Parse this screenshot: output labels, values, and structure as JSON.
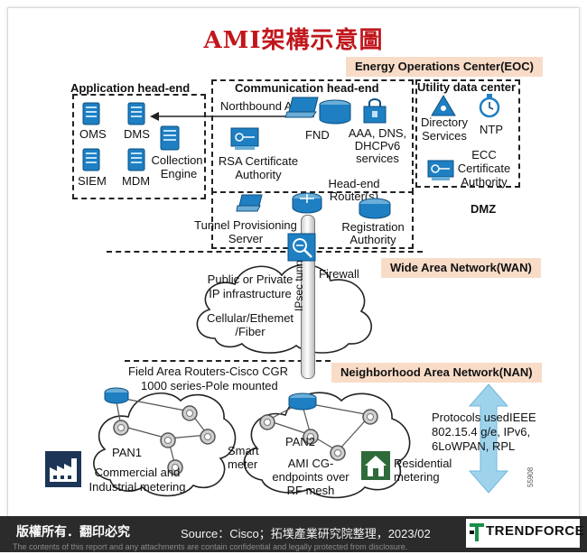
{
  "title": "AMI架構示意圖",
  "banners": {
    "eoc": "Energy Operations Center(EOC)",
    "wan": "Wide Area Network(WAN)",
    "nan": "Neighborhood Area Network(NAN)"
  },
  "sections": {
    "app_headend": "Application head-end",
    "comm_headend": "Communication head-end",
    "utility_dc": "Utility data center",
    "dmz": "DMZ"
  },
  "app_nodes": {
    "oms": "OMS",
    "dms": "DMS",
    "collection_1": "Collection",
    "collection_2": "Engine",
    "siem": "SIEM",
    "mdm": "MDM"
  },
  "comm_nodes": {
    "northbound_api": "Northbound API",
    "fnd": "FND",
    "aaa_1": "AAA, DNS,",
    "aaa_2": "DHCPv6",
    "aaa_3": "services",
    "rsa_1": "RSA Certificate",
    "rsa_2": "Authority",
    "headend_1": "Head-end",
    "headend_2": "Router(s)",
    "tunnel_1": "Tunnel Provisioning",
    "tunnel_2": "Server",
    "reg_1": "Registration",
    "reg_2": "Authority"
  },
  "dc_nodes": {
    "directory_1": "Directory",
    "directory_2": "Services",
    "ntp": "NTP",
    "ecc_1": "ECC",
    "ecc_2": "Certificate",
    "ecc_3": "Authority"
  },
  "wan": {
    "firewall": "Firewall",
    "public_1": "Public or Private",
    "public_2": "IP infrastructure",
    "cell_1": "Cellular/Ethemet",
    "cell_2": "/Fiber",
    "ipsec": "IPsec tunnel"
  },
  "nan": {
    "far_1": "Field Area Routers-Cisco CGR",
    "far_2": "1000 series-Pole mounted",
    "pan1": "PAN1",
    "ci_1": "Commercial and",
    "ci_2": "Industrial metering",
    "pan2": "PAN2",
    "smart_1": "Smart",
    "smart_2": "meter",
    "ami_1": "AMI CG-",
    "ami_2": "endpoints over",
    "ami_3": "RF mesh",
    "res_1": "Residential",
    "res_2": "metering",
    "proto_1": "Protocols usedIEEE",
    "proto_2": "802.15.4 g/e, IPv6,",
    "proto_3": "6LoWPAN, RPL",
    "code": "55908"
  },
  "footer": {
    "rights": "版權所有．翻印必究",
    "source": "Source：Cisco；拓墣產業研究院整理，2023/02",
    "disclaimer": "The contents of this report and any attachments are contain confidential and legally protected from disclosure.",
    "brand": "TRENDFORCE"
  },
  "colors": {
    "title": "#c0161c",
    "banner": "#f8dcc8",
    "device_blue": "#1e7fc2",
    "arrow_blue": "#9fd3ec"
  }
}
